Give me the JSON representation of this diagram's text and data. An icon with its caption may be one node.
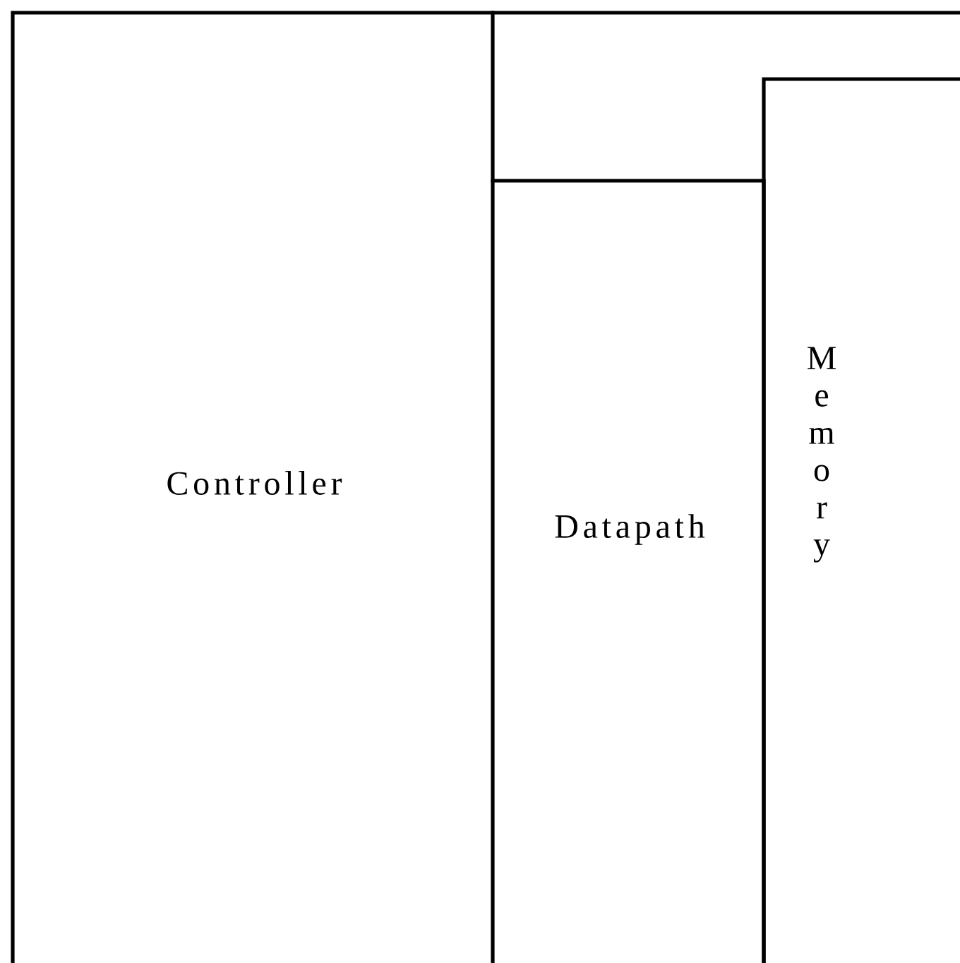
{
  "diagram": {
    "nodes": [
      {
        "text": [
          "Controller"
        ]
      },
      {
        "text": [
          "Datapath"
        ]
      },
      {
        "text": [
          "Memory"
        ]
      }
    ]
  }
}
